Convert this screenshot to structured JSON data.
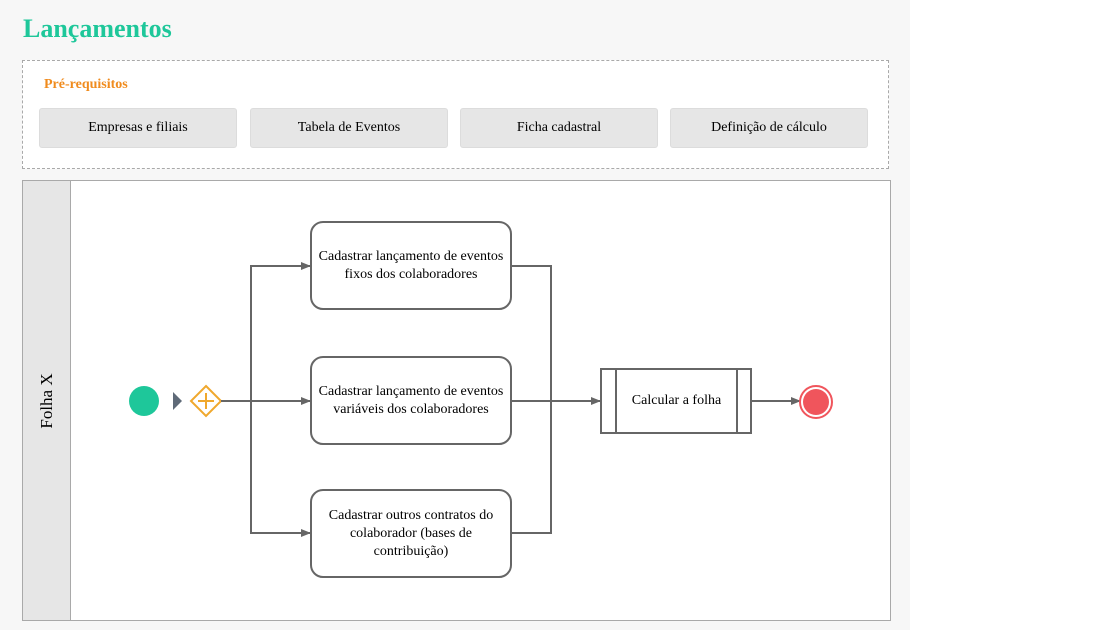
{
  "title": "Lançamentos",
  "prerequisites": {
    "heading": "Pré-requisitos",
    "items": [
      "Empresas e filiais",
      "Tabela de Eventos",
      "Ficha cadastral",
      "Definição de cálculo"
    ]
  },
  "lane": {
    "label": "Folha X"
  },
  "tasks": [
    "Cadastrar lançamento de eventos fixos dos colaboradores",
    "Cadastrar lançamento de eventos variáveis dos colaboradores",
    "Cadastrar outros contratos do colaborador (bases de contribuição)"
  ],
  "subprocess": "Calcular a folha",
  "colors": {
    "title": "#1ec79a",
    "prereq_heading": "#f08b1d",
    "start_event": "#1ec79a",
    "gateway": "#f0a82d",
    "end_event": "#f0555c",
    "connector": "#666666"
  }
}
